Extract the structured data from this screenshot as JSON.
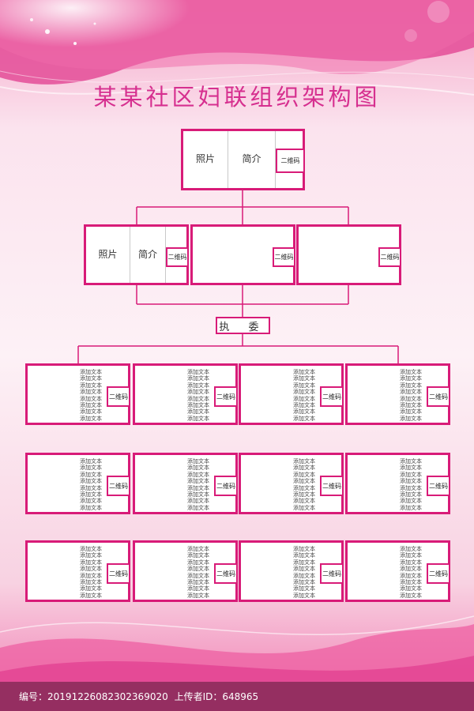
{
  "title": "某某社区妇联组织架构图",
  "labels": {
    "photo": "照片",
    "intro": "简介",
    "qr": "二维码",
    "add_text": "添加文本",
    "executive": "执 委"
  },
  "watermark": {
    "site": "编号",
    "code": "20191226082302369020",
    "uploader_label": "上传者ID",
    "uploader_id": "648965"
  },
  "colors": {
    "accent": "#d81b78",
    "title": "#d62f8f",
    "background": "#f7c8dd"
  }
}
